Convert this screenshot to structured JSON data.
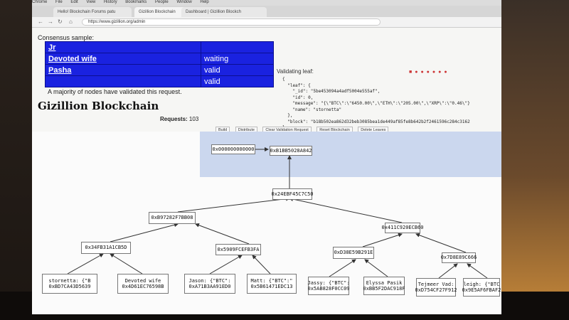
{
  "browser": {
    "menu": [
      "Chrome",
      "File",
      "Edit",
      "View",
      "History",
      "Bookmarks",
      "People",
      "Window",
      "Help"
    ],
    "tabs": [
      "Hello! Blockchain Forums patu",
      "Gizillion Blockchain",
      "Dashboard | Gizillion Blockch"
    ],
    "url": "https://www.gizillion.org/admin"
  },
  "consensus": {
    "label": "Consensus sample:",
    "rows": [
      {
        "name": "Jr",
        "status": ""
      },
      {
        "name": "Devoted wife",
        "status": "waiting"
      },
      {
        "name": "Pasha",
        "status": "valid"
      },
      {
        "name": "",
        "status": "valid"
      }
    ],
    "majority_text": "A majority of nodes have validated this request."
  },
  "page": {
    "title": "Gizillion Blockchain",
    "requests_label": "Requests:",
    "requests_count": "103"
  },
  "validating": {
    "label": "Validating leaf:",
    "json_text": "{\n  \"leaf\": {\n    \"_id\": \"5be453094a4adf5004e555af\",\n    \"id\": 0,\n    \"message\": \"{\\\"BTC\\\":\\\"6450.00\\\",\\\"ETH\\\":\\\"205.00\\\",\\\"XRP\\\":\\\"0.46\\\"}\n    \"name\": \"stornetta\"\n  },\n  \"block\": \"b18b502ea862d32beb3085bea1de449af85fe8b642b2f2461596c284c3162\n}"
  },
  "toolbar": {
    "buttons": [
      "Build",
      "Distribute",
      "Clear Validation Request",
      "Reset Blockchain",
      "Delete Leaves"
    ]
  },
  "tree": {
    "chain": [
      "0x000000000000",
      "0xB1BB5028A842"
    ],
    "root": "0x24EBF45C7C50",
    "level2": [
      "0xB97282F7BB08",
      "0x411C920ECB60"
    ],
    "level3": [
      "0x34FB31A1CB5D",
      "0x5909FCEFB3FA",
      "0xD38E59B291E",
      "0x7D8E89C666"
    ],
    "leaves": [
      "stornetta: {\"B\n0xBD7CA43D5639",
      "Devoted wife\n0x4D61EC76598B",
      "Jason: {\"BTC\":\n0xA71B3AA91ED0",
      "Matt: {\"BTC\":\"\n0x5B61471EDC13",
      "Jassy: {\"BTC\":\n0x5AB828F0CC09",
      "Elyssa Pasik\n0xBB5F2DAC918F",
      "Tejmeer Vad:\n0xD754CF27F912",
      "leigh: {\"BTC\n0x9E5AF6FBAF2"
    ]
  }
}
